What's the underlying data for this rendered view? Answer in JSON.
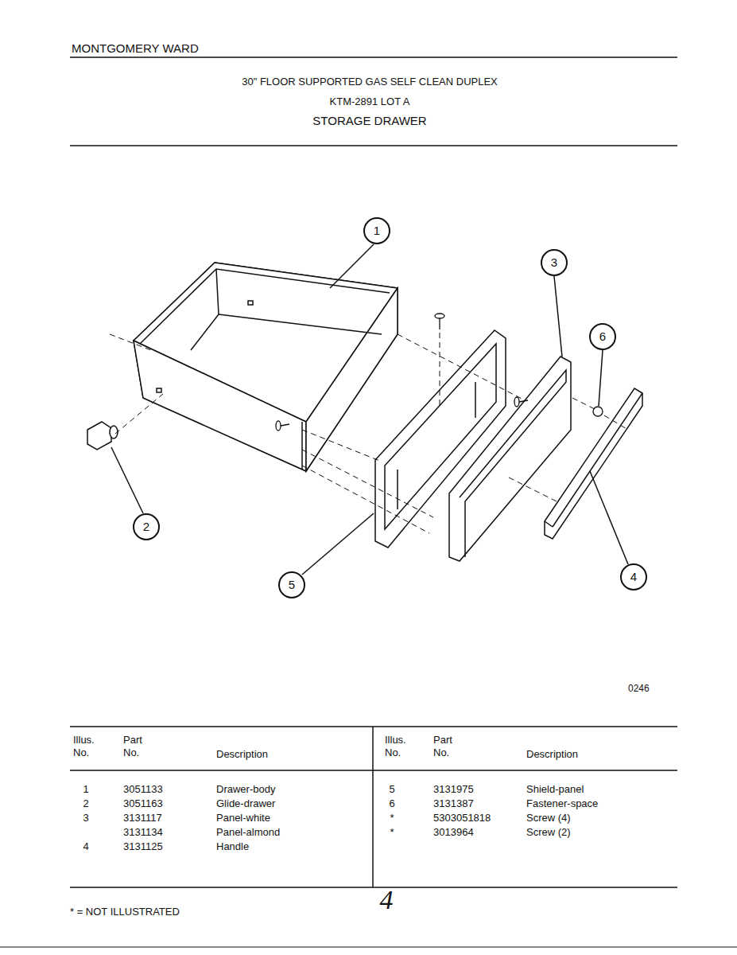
{
  "diagram": {
    "nodes": [
      {
        "text": [
          "1"
        ]
      },
      {
        "text": [
          "3"
        ]
      },
      {
        "text": [
          "6"
        ]
      },
      {
        "text": [
          "2"
        ]
      },
      {
        "text": [
          "5"
        ]
      },
      {
        "text": [
          "4"
        ]
      }
    ],
    "labels": [
      "MONTGOMERY WARD",
      "30\" FLOOR SUPPORTED GAS SELF CLEAN DUPLEX",
      "KTM-2891 LOT A",
      "STORAGE DRAWER",
      "0246",
      "Illus. No.",
      "Part No.",
      "Description",
      "Illus. No.",
      "Part No.",
      "Description",
      "1",
      "3051133",
      "Drawer-body",
      "2",
      "3051163",
      "Glide-drawer",
      "3",
      "3131117",
      "Panel-white",
      "3131134",
      "Panel-almond",
      "4",
      "3131125",
      "Handle",
      "5",
      "3131975",
      "Shield-panel",
      "6",
      "3131387",
      "Fastener-space",
      "*",
      "5303051818",
      "Screw (4)",
      "*",
      "3013964",
      "Screw (2)",
      "* = NOT ILLUSTRATED",
      "4"
    ]
  }
}
